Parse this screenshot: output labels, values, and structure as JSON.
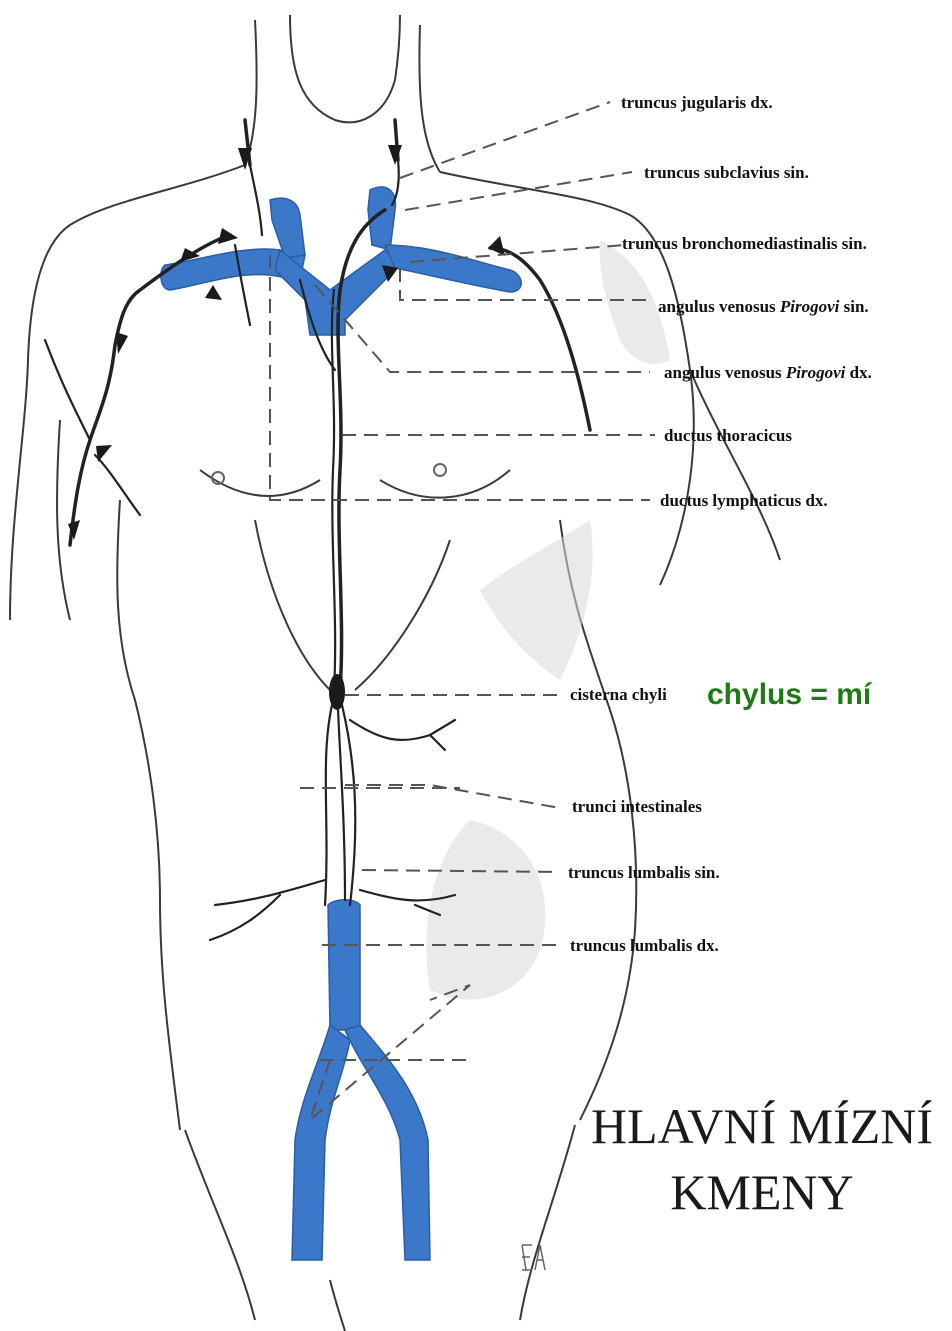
{
  "labels": {
    "truncus_jugularis_dx": "truncus jugularis dx.",
    "truncus_subclavius_sin": "truncus subclavius sin.",
    "truncus_bronchomediastinalis_sin": "truncus bronchomediastinalis sin.",
    "angulus_sin_prefix": "angulus venosus ",
    "angulus_sin_name": "Pirogovi",
    "angulus_sin_suffix": " sin.",
    "angulus_dx_prefix": "angulus venosus ",
    "angulus_dx_name": "Pirogovi",
    "angulus_dx_suffix": " dx.",
    "ductus_thoracicus": "ductus thoracicus",
    "ductus_lymphaticus_dx": "ductus lymphaticus dx.",
    "cisterna_chyli": "cisterna chyli",
    "trunci_intestinales": "trunci intestinales",
    "truncus_lumbalis_sin": "truncus lumbalis sin.",
    "truncus_lumbalis_dx": "truncus lumbalis dx."
  },
  "note": {
    "text": "chylus  = mí",
    "color": "#1e7a14"
  },
  "title": {
    "line1": "HLAVNÍ MÍZNÍ",
    "line2": "KMENY"
  },
  "signature": "EA",
  "colors": {
    "vein": "#3b78c9",
    "lymph": "#222222"
  }
}
